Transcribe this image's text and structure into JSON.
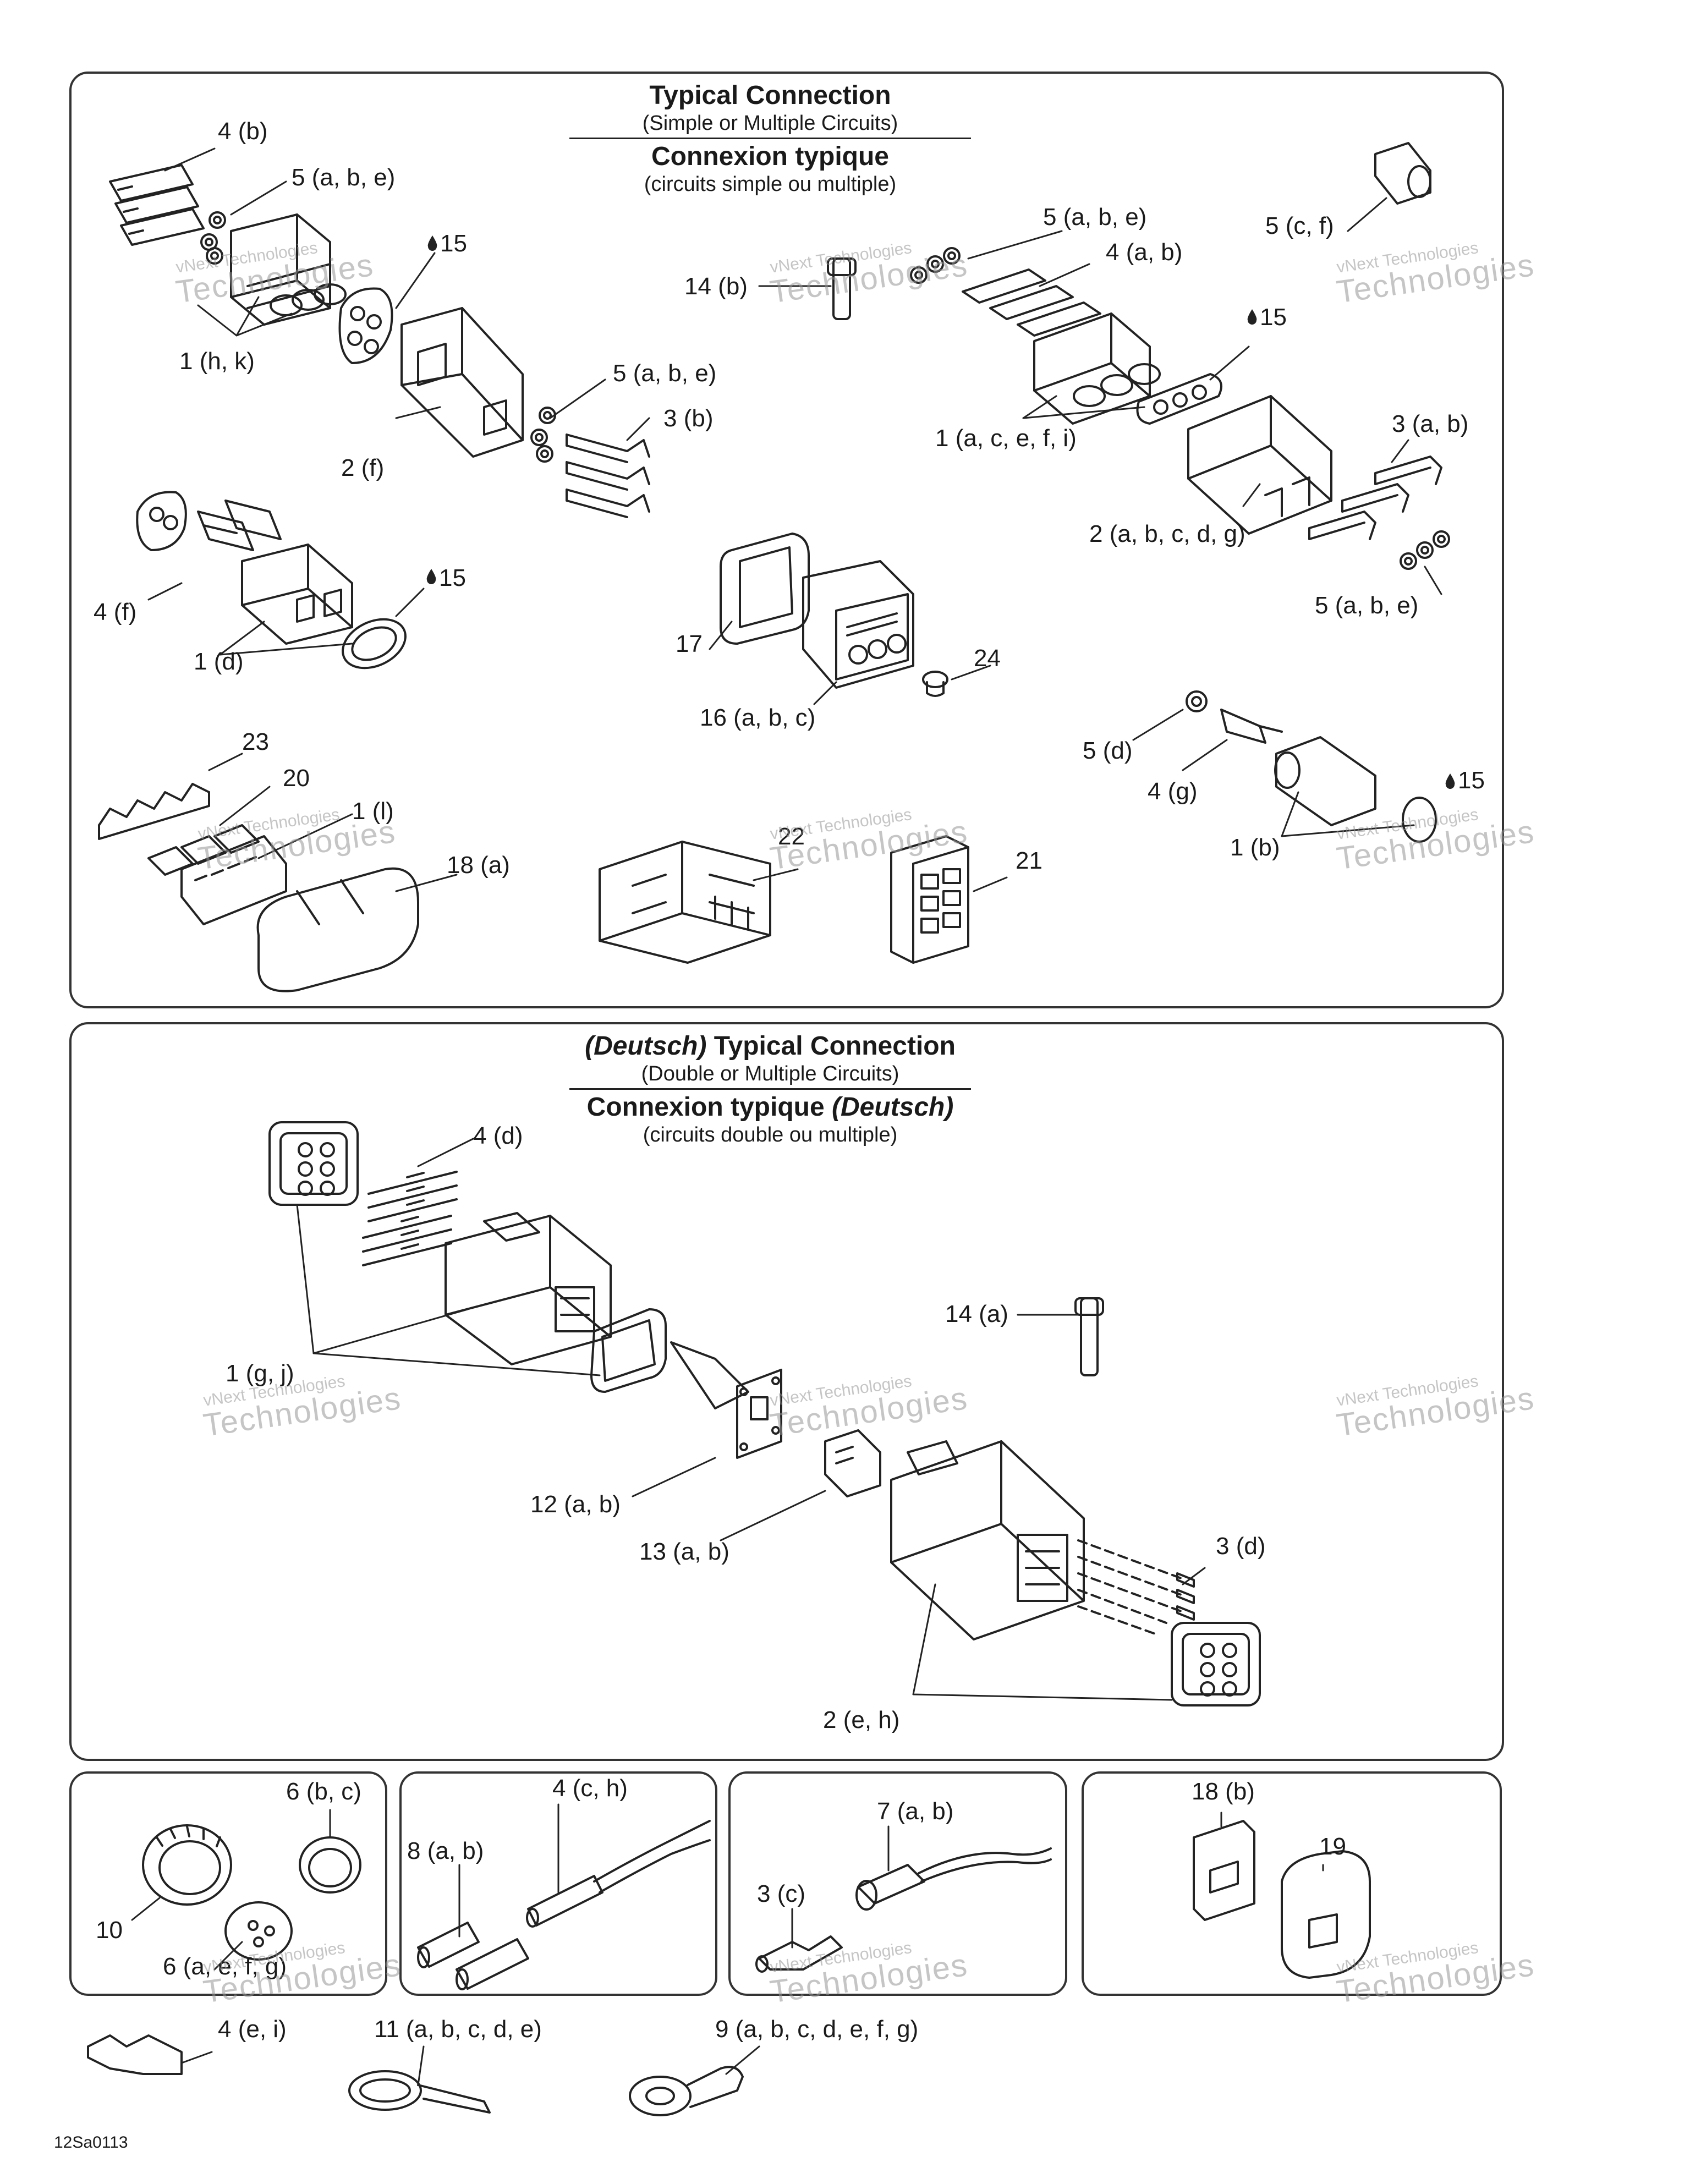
{
  "panel1": {
    "title": "Typical Connection",
    "subtitle": "(Simple or Multiple Circuits)",
    "title_fr": "Connexion typique",
    "subtitle_fr": "(circuits simple ou multiple)"
  },
  "panel2": {
    "title_prefix": "(Deutsch)",
    "title": " Typical Connection",
    "subtitle": "(Double or Multiple Circuits)",
    "title_fr": "Connexion typique ",
    "title_fr_suffix": "(Deutsch)",
    "subtitle_fr": "(circuits double ou multiple)"
  },
  "labels": {
    "l_4b": "4 (b)",
    "l_5abe_1": "5 (a, b, e)",
    "l_15_1": "15",
    "l_1hk": "1 (h, k)",
    "l_5abe_2": "5 (a, b, e)",
    "l_3b": "3 (b)",
    "l_2f": "2 (f)",
    "l_4f": "4 (f)",
    "l_15_2": "15",
    "l_1d": "1 (d)",
    "l_23": "23",
    "l_20": "20",
    "l_1l": "1 (l)",
    "l_18a": "18 (a)",
    "l_5cf": "5 (c, f)",
    "l_5abe_3": "5 (a, b, e)",
    "l_4ab": "4 (a, b)",
    "l_14b": "14 (b)",
    "l_15_3": "15",
    "l_1acefi": "1 (a, c, e, f, i)",
    "l_3ab": "3 (a, b)",
    "l_2abcdg": "2 (a, b, c, d, g)",
    "l_5abe_4": "5 (a, b, e)",
    "l_17": "17",
    "l_24": "24",
    "l_16abc": "16 (a, b, c)",
    "l_5d": "5 (d)",
    "l_4g": "4 (g)",
    "l_15_4": "15",
    "l_1b": "1 (b)",
    "l_22": "22",
    "l_21": "21",
    "l_4d": "4 (d)",
    "l_14a": "14 (a)",
    "l_1gj": "1 (g, j)",
    "l_12ab": "12 (a, b)",
    "l_13ab": "13 (a, b)",
    "l_3d": "3 (d)",
    "l_2eh": "2 (e, h)",
    "l_6bc": "6 (b, c)",
    "l_10": "10",
    "l_6aefg": "6 (a, e, f, g)",
    "l_4ch": "4 (c, h)",
    "l_8ab": "8 (a, b)",
    "l_7ab": "7 (a, b)",
    "l_3c": "3 (c)",
    "l_18b": "18 (b)",
    "l_19": "19",
    "l_4ei": "4 (e, i)",
    "l_11abcde": "11 (a, b, c, d, e)",
    "l_9abcdefg": "9 (a, b, c, d, e, f, g)"
  },
  "watermark": {
    "line1": "vNext Technologies",
    "line2": "Technologies"
  },
  "figure_ref": "12Sa0113"
}
